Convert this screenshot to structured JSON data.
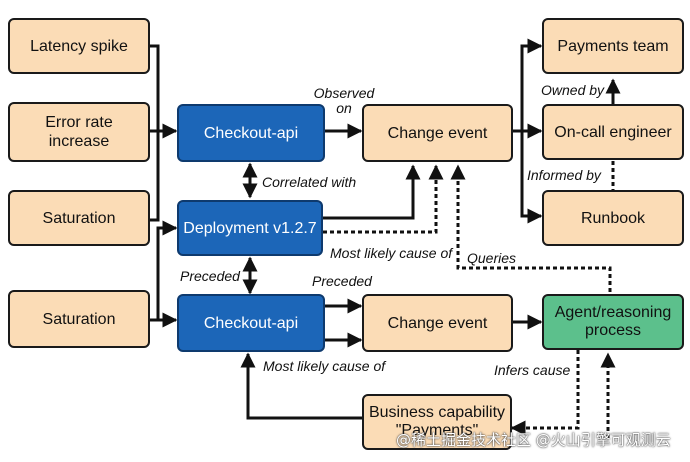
{
  "nodes": {
    "latency_spike": "Latency spike",
    "error_rate": "Error rate increase",
    "saturation_1": "Saturation",
    "saturation_2": "Saturation",
    "checkout_api_1": "Checkout-api",
    "deployment": "Deployment v1.2.7",
    "checkout_api_2": "Checkout-api",
    "change_event_1": "Change event",
    "change_event_2": "Change event",
    "payments_team": "Payments team",
    "oncall_engineer": "On-call engineer",
    "runbook": "Runbook",
    "agent": "Agent/reasoning process",
    "business_capability": "Business capability \"Payments\""
  },
  "edge_labels": {
    "observed_on": "Observed on",
    "correlated_with": "Correlated with",
    "most_likely_cause_1": "Most likely cause of",
    "queries": "Queries",
    "preceded_left": "Preceded",
    "preceded_right": "Preceded",
    "most_likely_cause_2": "Most likely cause of",
    "owned_by": "Owned by",
    "informed_by": "Informed by",
    "infers_cause": "Infers cause"
  },
  "watermark": "@稀土掘金技术社区 @火山引擎可观测云",
  "colors": {
    "peach": "#fbdcb6",
    "blue": "#1c66b8",
    "green": "#5cc08c",
    "stroke": "#111111"
  }
}
